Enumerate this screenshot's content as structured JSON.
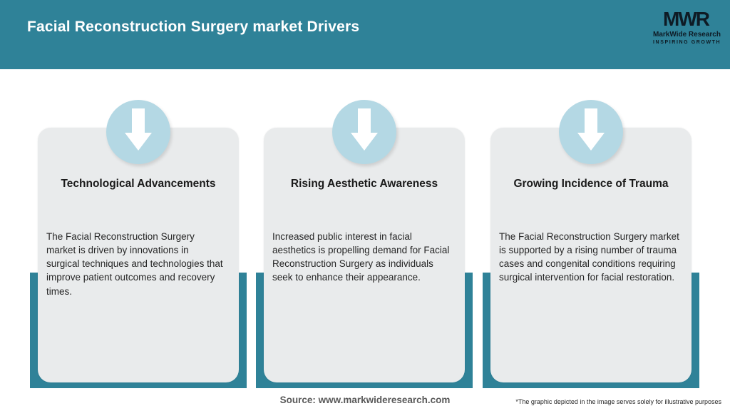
{
  "header": {
    "title": "Facial Reconstruction Surgery market Drivers",
    "logo": {
      "acronym": "MWR",
      "name": "MarkWide Research",
      "tagline": "INSPIRING GROWTH"
    }
  },
  "cards": [
    {
      "icon": "arrow-down-icon",
      "title": "Technological Advancements",
      "body": "The Facial Reconstruction Surgery\nmarket is driven by innovations in\nsurgical techniques and technologies that\nimprove patient outcomes and recovery\ntimes."
    },
    {
      "icon": "arrow-down-icon",
      "title": "Rising Aesthetic Awareness",
      "body": "Increased public interest in facial\naesthetics is propelling demand for Facial\nReconstruction Surgery as individuals\nseek to enhance their appearance."
    },
    {
      "icon": "arrow-down-icon",
      "title": "Growing Incidence of Trauma",
      "body": "The Facial Reconstruction Surgery market\nis supported by a rising number of trauma\ncases and congenital conditions requiring\nsurgical intervention for facial restoration."
    }
  ],
  "footer": {
    "source": "Source: www.markwideresearch.com",
    "disclaimer": "*The graphic depicted in the image serves solely for illustrative purposes"
  },
  "colors": {
    "brand_teal": "#2F8298",
    "icon_circle_blue": "#B4D8E4",
    "card_background": "#E9EBEC",
    "title_text": "#1A1A1A",
    "header_text": "#FFFFFF",
    "source_text": "#595959"
  }
}
